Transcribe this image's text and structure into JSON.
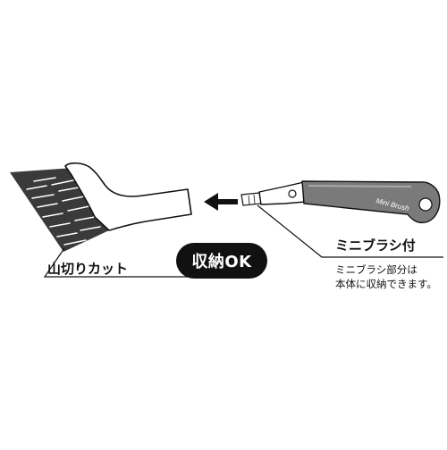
{
  "labels": {
    "cut_label": "山切りカット",
    "mini_brush_label": "ミニブラシ付",
    "mini_brush_desc_line1": "ミニブラシ部分は",
    "mini_brush_desc_line2": "本体に収納できます。",
    "storage_badge": "収納OK",
    "handle_text": "Mini Brush"
  },
  "colors": {
    "bristles": "#3a3a3a",
    "bristle_lines": "#ffffff",
    "handle_metal": "#7a7a7a",
    "badge": "#111111",
    "outline": "#111111"
  },
  "icons": [
    "arrow-left-icon"
  ]
}
